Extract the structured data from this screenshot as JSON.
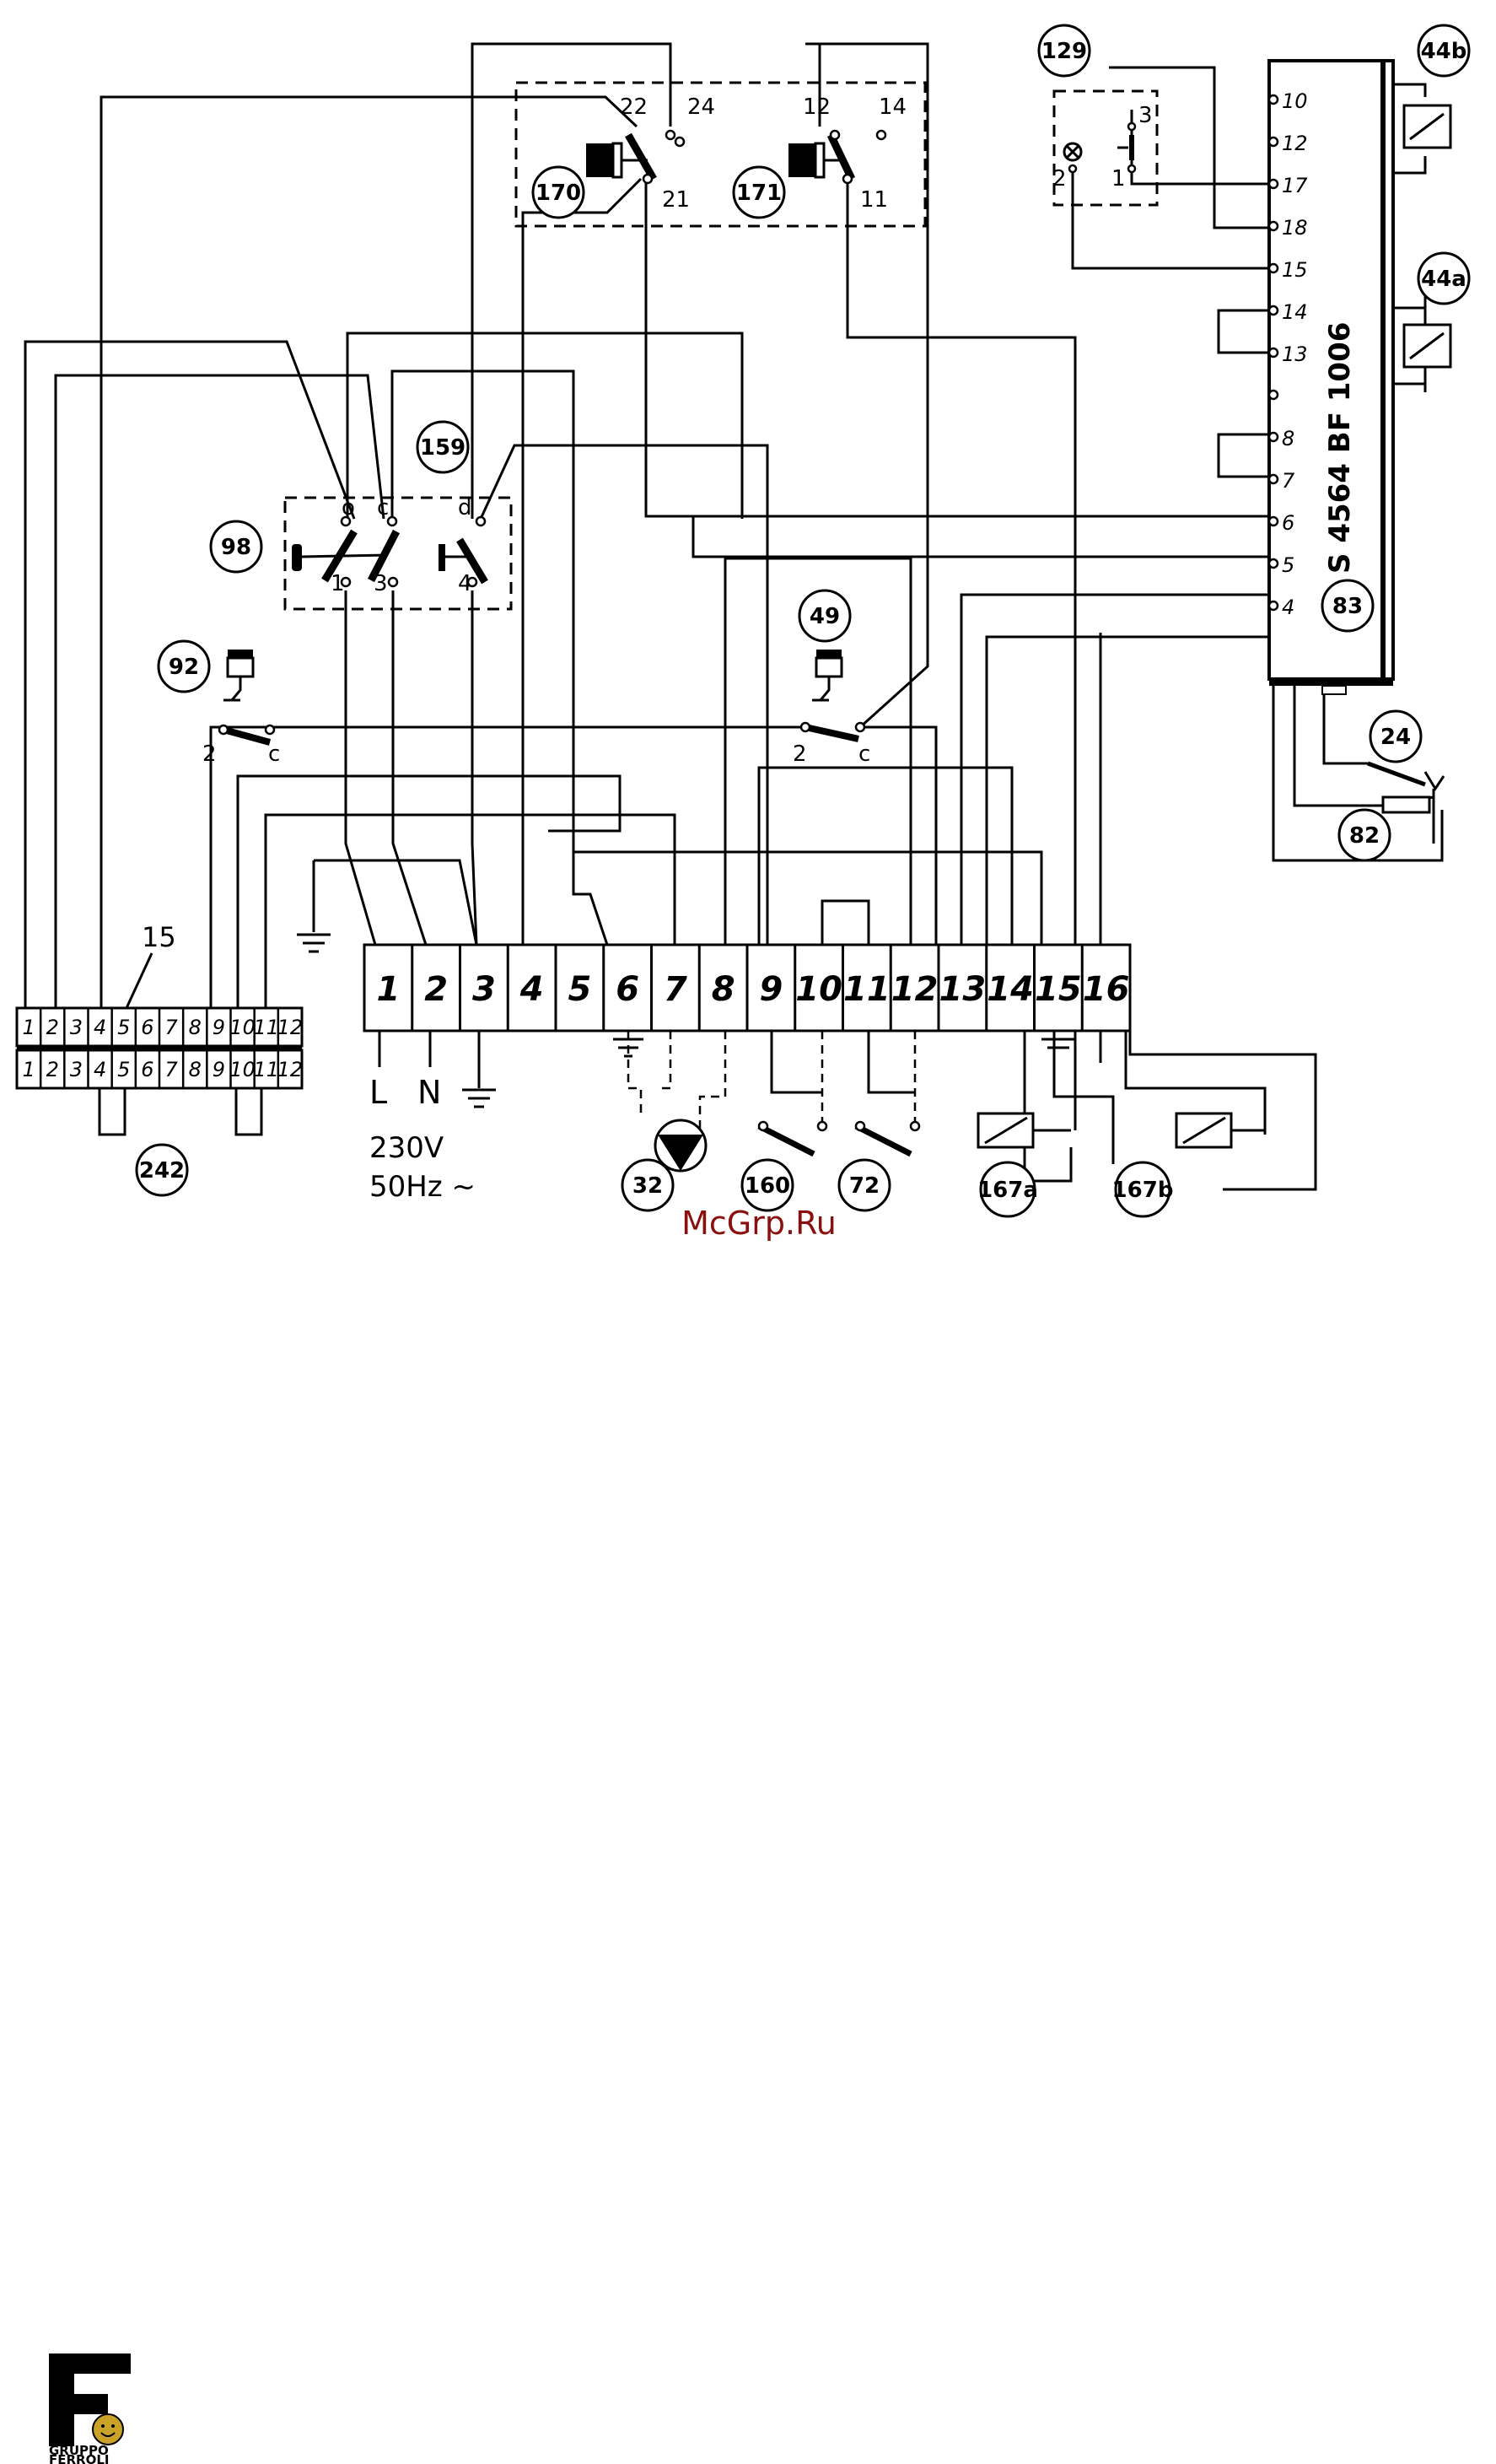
{
  "terminal_block": {
    "labels": [
      "1",
      "2",
      "3",
      "4",
      "5",
      "6",
      "7",
      "8",
      "9",
      "10",
      "11",
      "12",
      "13",
      "14",
      "15",
      "16"
    ]
  },
  "supply": {
    "phase": "L",
    "neutral": "N",
    "voltage": "230V",
    "frequency": "50Hz ~"
  },
  "connector_242": {
    "top_row": [
      "1",
      "2",
      "3",
      "4",
      "5",
      "6",
      "7",
      "8",
      "9",
      "10",
      "11",
      "12"
    ],
    "bottom_row": [
      "1",
      "2",
      "3",
      "4",
      "5",
      "6",
      "7",
      "8",
      "9",
      "10",
      "11",
      "12"
    ],
    "lead_label": "15"
  },
  "components": {
    "c98": "98",
    "c92": "92",
    "c159": "159",
    "c170": "170",
    "c171": "171",
    "c129": "129",
    "c44b": "44b",
    "c44a": "44a",
    "c83": "83",
    "c49": "49",
    "c24": "24",
    "c82": "82",
    "c242": "242",
    "c32": "32",
    "c160": "160",
    "c72": "72",
    "c167a": "167a",
    "c167b": "167b"
  },
  "contact_labels": {
    "s98_o": "o",
    "s98_c": "c",
    "s98_1": "1",
    "s98_3": "3",
    "s159_d": "d",
    "s159_4": "4",
    "s92_2": "2",
    "s92_c": "c",
    "s49_2": "2",
    "s49_c": "c",
    "r170_22": "22",
    "r170_24": "24",
    "r170_21": "21",
    "r171_12": "12",
    "r171_14": "14",
    "r171_11": "11",
    "k129_3": "3",
    "k129_2": "2",
    "k129_1": "1"
  },
  "controller_83": {
    "model": "S 4564 BF 1006",
    "pins": [
      "10",
      "12",
      "17",
      "18",
      "15",
      "14",
      "13",
      "",
      "8",
      "7",
      "6",
      "5",
      "4"
    ]
  },
  "watermark": "McGrp.Ru",
  "logo": {
    "line1": "GRUPPO",
    "line2": "FERROLI"
  }
}
